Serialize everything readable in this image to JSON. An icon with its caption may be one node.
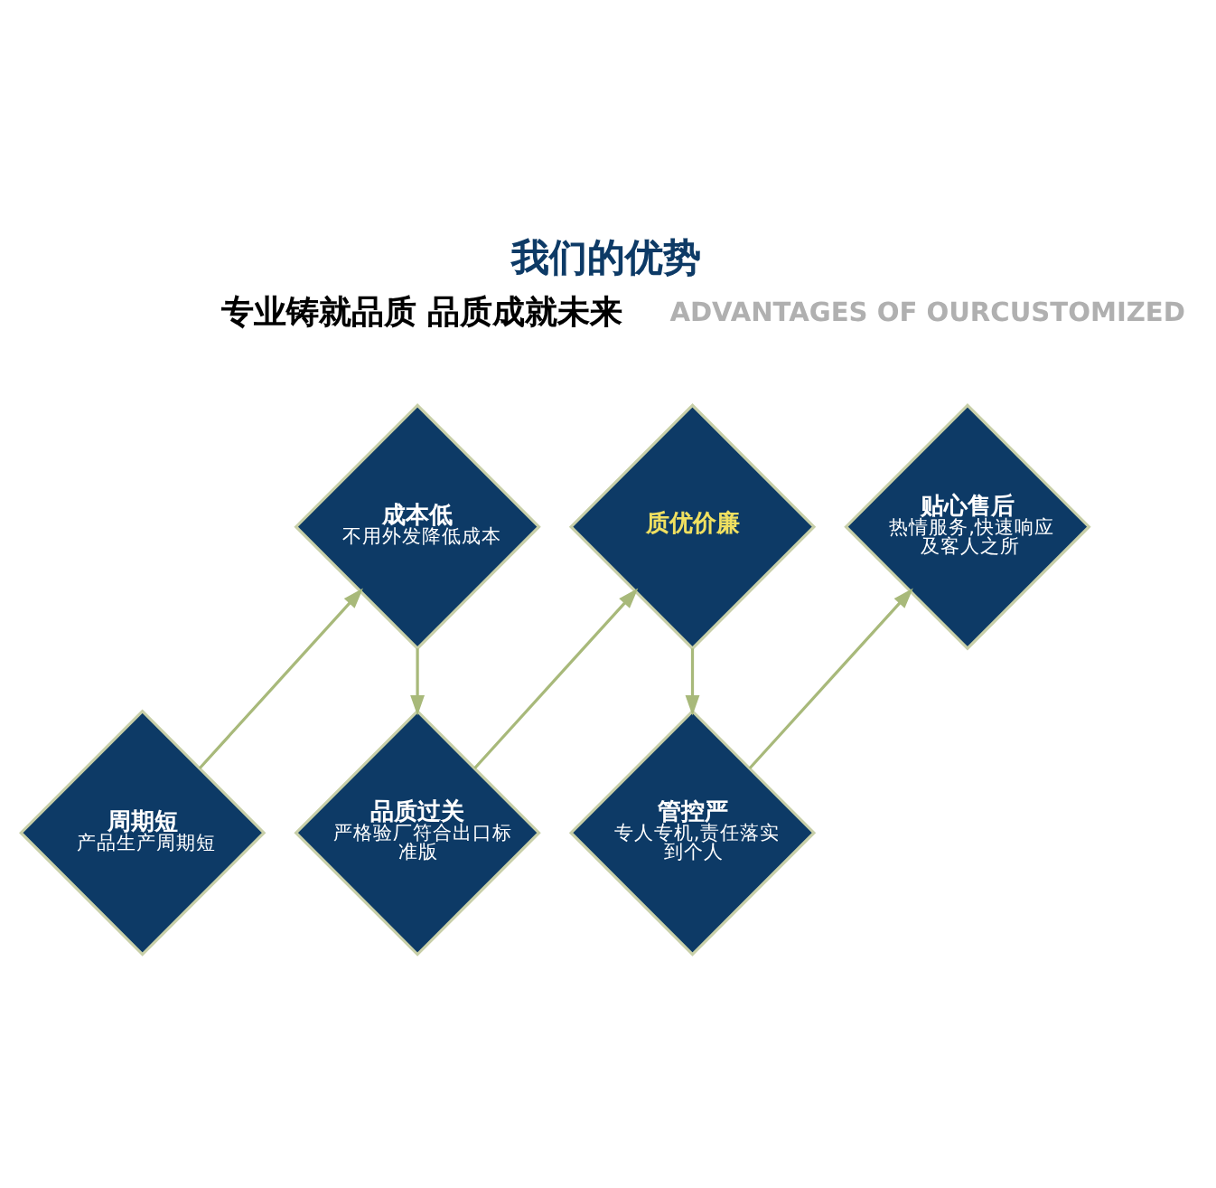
{
  "diagram": {
    "title": "我们的优势",
    "nodes": [
      {
        "text": [
          "周期短",
          "产品生产周期短"
        ]
      },
      {
        "text": [
          "成本低",
          "不用外发降低成本"
        ]
      },
      {
        "text": [
          "品质过关",
          "严格验厂符合出口标准版"
        ]
      },
      {
        "text": [
          "质优价廉"
        ]
      },
      {
        "text": [
          "管控严",
          "专人专机,责任落实到个人"
        ]
      },
      {
        "text": [
          "贴心售后",
          "热情服务,快速响应及客人之所"
        ]
      }
    ],
    "edges": [
      {
        "from": 0,
        "to": 1,
        "arrow": "to"
      },
      {
        "from": 1,
        "to": 2,
        "arrow": "to"
      },
      {
        "from": 2,
        "to": 3,
        "arrow": "to"
      },
      {
        "from": 3,
        "to": 4,
        "arrow": "to"
      },
      {
        "from": 4,
        "to": 5,
        "arrow": "to"
      }
    ],
    "labels": [
      "专业铸就品质 品质成就未来",
      "ADVANTAGES OF OURCUSTOMIZED"
    ]
  }
}
